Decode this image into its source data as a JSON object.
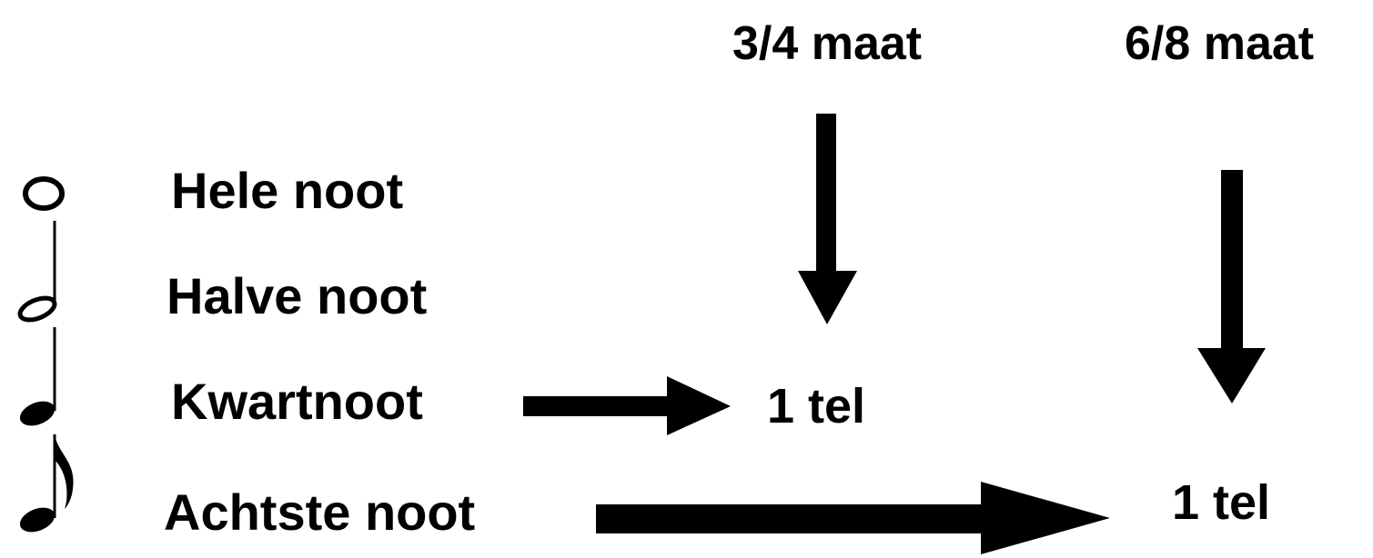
{
  "headers": {
    "time_sig_3_4": "3/4 maat",
    "time_sig_6_8": "6/8 maat"
  },
  "notes": [
    {
      "icon": "whole-note-icon",
      "label": "Hele noot"
    },
    {
      "icon": "half-note-icon",
      "label": "Halve noot"
    },
    {
      "icon": "quarter-note-icon",
      "label": "Kwartnoot"
    },
    {
      "icon": "eighth-note-icon",
      "label": "Achtste noot"
    }
  ],
  "results": {
    "tel_3_4": "1 tel",
    "tel_6_8": "1 tel"
  },
  "colors": {
    "ink": "#000000",
    "background": "#ffffff"
  }
}
